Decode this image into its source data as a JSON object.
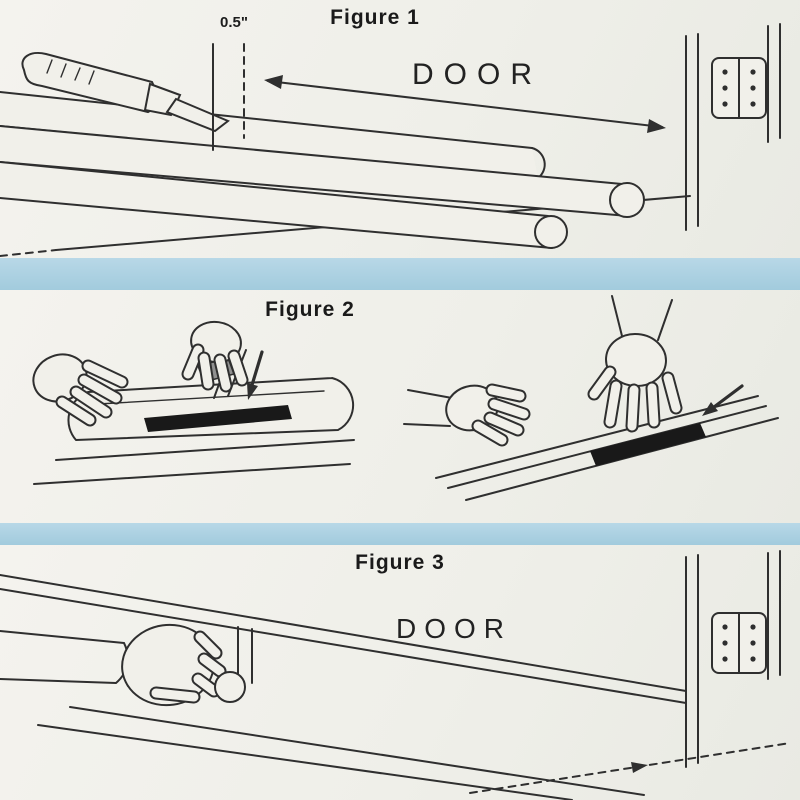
{
  "colors": {
    "band": "#aed2e2",
    "panel": "#f1f0ea",
    "ink": "#2f2f2f",
    "strip_black": "#191919",
    "liner_gray": "#909090"
  },
  "figure1": {
    "title": "Figure 1",
    "measurement": "0.5\"",
    "door_label": "DOOR"
  },
  "figure2": {
    "title": "Figure 2"
  },
  "figure3": {
    "title": "Figure 3",
    "door_label": "DOOR"
  }
}
